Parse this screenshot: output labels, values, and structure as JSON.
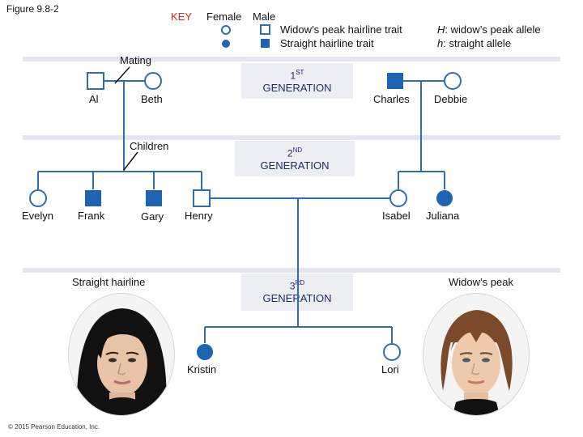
{
  "figure_label": "Figure 9.8-2",
  "key": {
    "title": "KEY",
    "female": "Female",
    "male": "Male",
    "widows_peak_trait": "Widow’s peak hairline trait",
    "straight_trait": "Straight hairline trait",
    "allele_H_symbol": "H",
    "allele_H_desc": ":  widow’s peak allele",
    "allele_h_symbol": "h",
    "allele_h_desc": ":  straight allele"
  },
  "annotations": {
    "mating": "Mating",
    "children": "Children",
    "straight_hairline": "Straight hairline",
    "widows_peak": "Widow’s peak"
  },
  "generations": {
    "first": {
      "num": "1",
      "suffix": "ST",
      "label": "GENERATION"
    },
    "second": {
      "num": "2",
      "suffix": "ND",
      "label": "GENERATION"
    },
    "third": {
      "num": "3",
      "suffix": "RD",
      "label": "GENERATION"
    }
  },
  "people": {
    "al": "Al",
    "beth": "Beth",
    "charles": "Charles",
    "debbie": "Debbie",
    "evelyn": "Evelyn",
    "frank": "Frank",
    "gary": "Gary",
    "henry": "Henry",
    "isabel": "Isabel",
    "juliana": "Juliana",
    "kristin": "Kristin",
    "lori": "Lori"
  },
  "copyright": "© 2015 Pearson Education, Inc.",
  "colors": {
    "affected": "#1f63b5",
    "line": "#2f6db3",
    "key_title": "#d9261c",
    "band": "#e3e6ee"
  }
}
